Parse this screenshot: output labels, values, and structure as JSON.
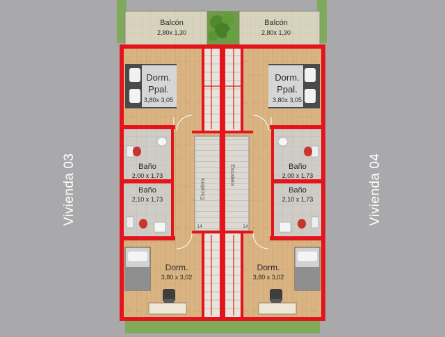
{
  "left_unit": {
    "name": "Vivienda 03",
    "balcony": {
      "label": "Balcón",
      "dims": "2,80x 1,30"
    },
    "master_bedroom": {
      "label_line1": "Dorm.",
      "label_line2": "Ppal.",
      "dims": "3,80x 3,05"
    },
    "bath_1": {
      "label": "Baño",
      "dims": "2,00 x 1,73"
    },
    "bath_2": {
      "label": "Baño",
      "dims": "2,10 x 1,73"
    },
    "bedroom": {
      "label": "Dorm.",
      "dims": "3,80 x 3,02"
    },
    "stair": {
      "label": "Escalera",
      "step_count": "14"
    }
  },
  "right_unit": {
    "name": "Vivienda 04",
    "balcony": {
      "label": "Balcón",
      "dims": "2,80x 1,30"
    },
    "master_bedroom": {
      "label_line1": "Dorm.",
      "label_line2": "Ppal.",
      "dims": "3,80x 3,05"
    },
    "bath_1": {
      "label": "Baño",
      "dims": "2,00 x 1,73"
    },
    "bath_2": {
      "label": "Baño",
      "dims": "2,10 x 1,73"
    },
    "bedroom": {
      "label": "Dorm.",
      "dims": "3,80 x 3,02"
    },
    "stair": {
      "label": "Escalera",
      "step_count": "14"
    }
  },
  "colors": {
    "background": "#a9a9ab",
    "wall": "#e3141b",
    "wood_floor": "#d9b382",
    "tile_floor": "#c9c6c0",
    "balcony_floor": "#d8d3bd",
    "grass": "#7faa5c"
  }
}
